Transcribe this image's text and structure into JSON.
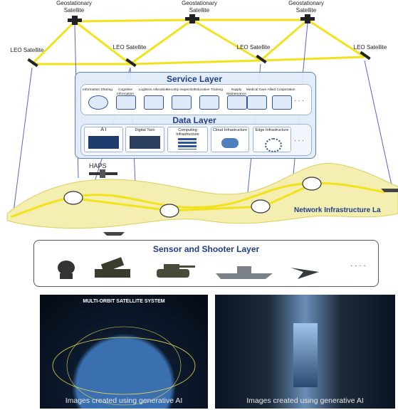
{
  "satellites": {
    "geo_label": "Geostationary\nSatellite",
    "leo_label": "LEO Satellite"
  },
  "service_layer": {
    "title": "Service Layer",
    "items": [
      "Information Sharing",
      "Cognitive Information",
      "Logistics Allocation",
      "Security Inspection",
      "Education Training",
      "Supply Maintenance",
      "Medical Care",
      "Allied Cooperation"
    ],
    "more": "· · ·"
  },
  "data_layer": {
    "title": "Data Layer",
    "items": [
      "A I",
      "Digital Twin",
      "Computing Infrastructure",
      "Cloud Infrastructure",
      "Edge Infrastructure"
    ],
    "more": "· · ·"
  },
  "haps_label": "HAPS",
  "network_label": "Network Infrastructure La",
  "sensor_layer": {
    "title": "Sensor and Shooter Layer",
    "more": "· · · ·"
  },
  "images": {
    "left_title": "MULTI-ORBIT SATELLITE SYSTEM",
    "left_caption": "Images created using generative AI",
    "right_caption": "Images created using generative AI"
  },
  "colors": {
    "link": "#f2e21c",
    "box_border": "#5a7fb3",
    "title": "#1f3d8a"
  }
}
